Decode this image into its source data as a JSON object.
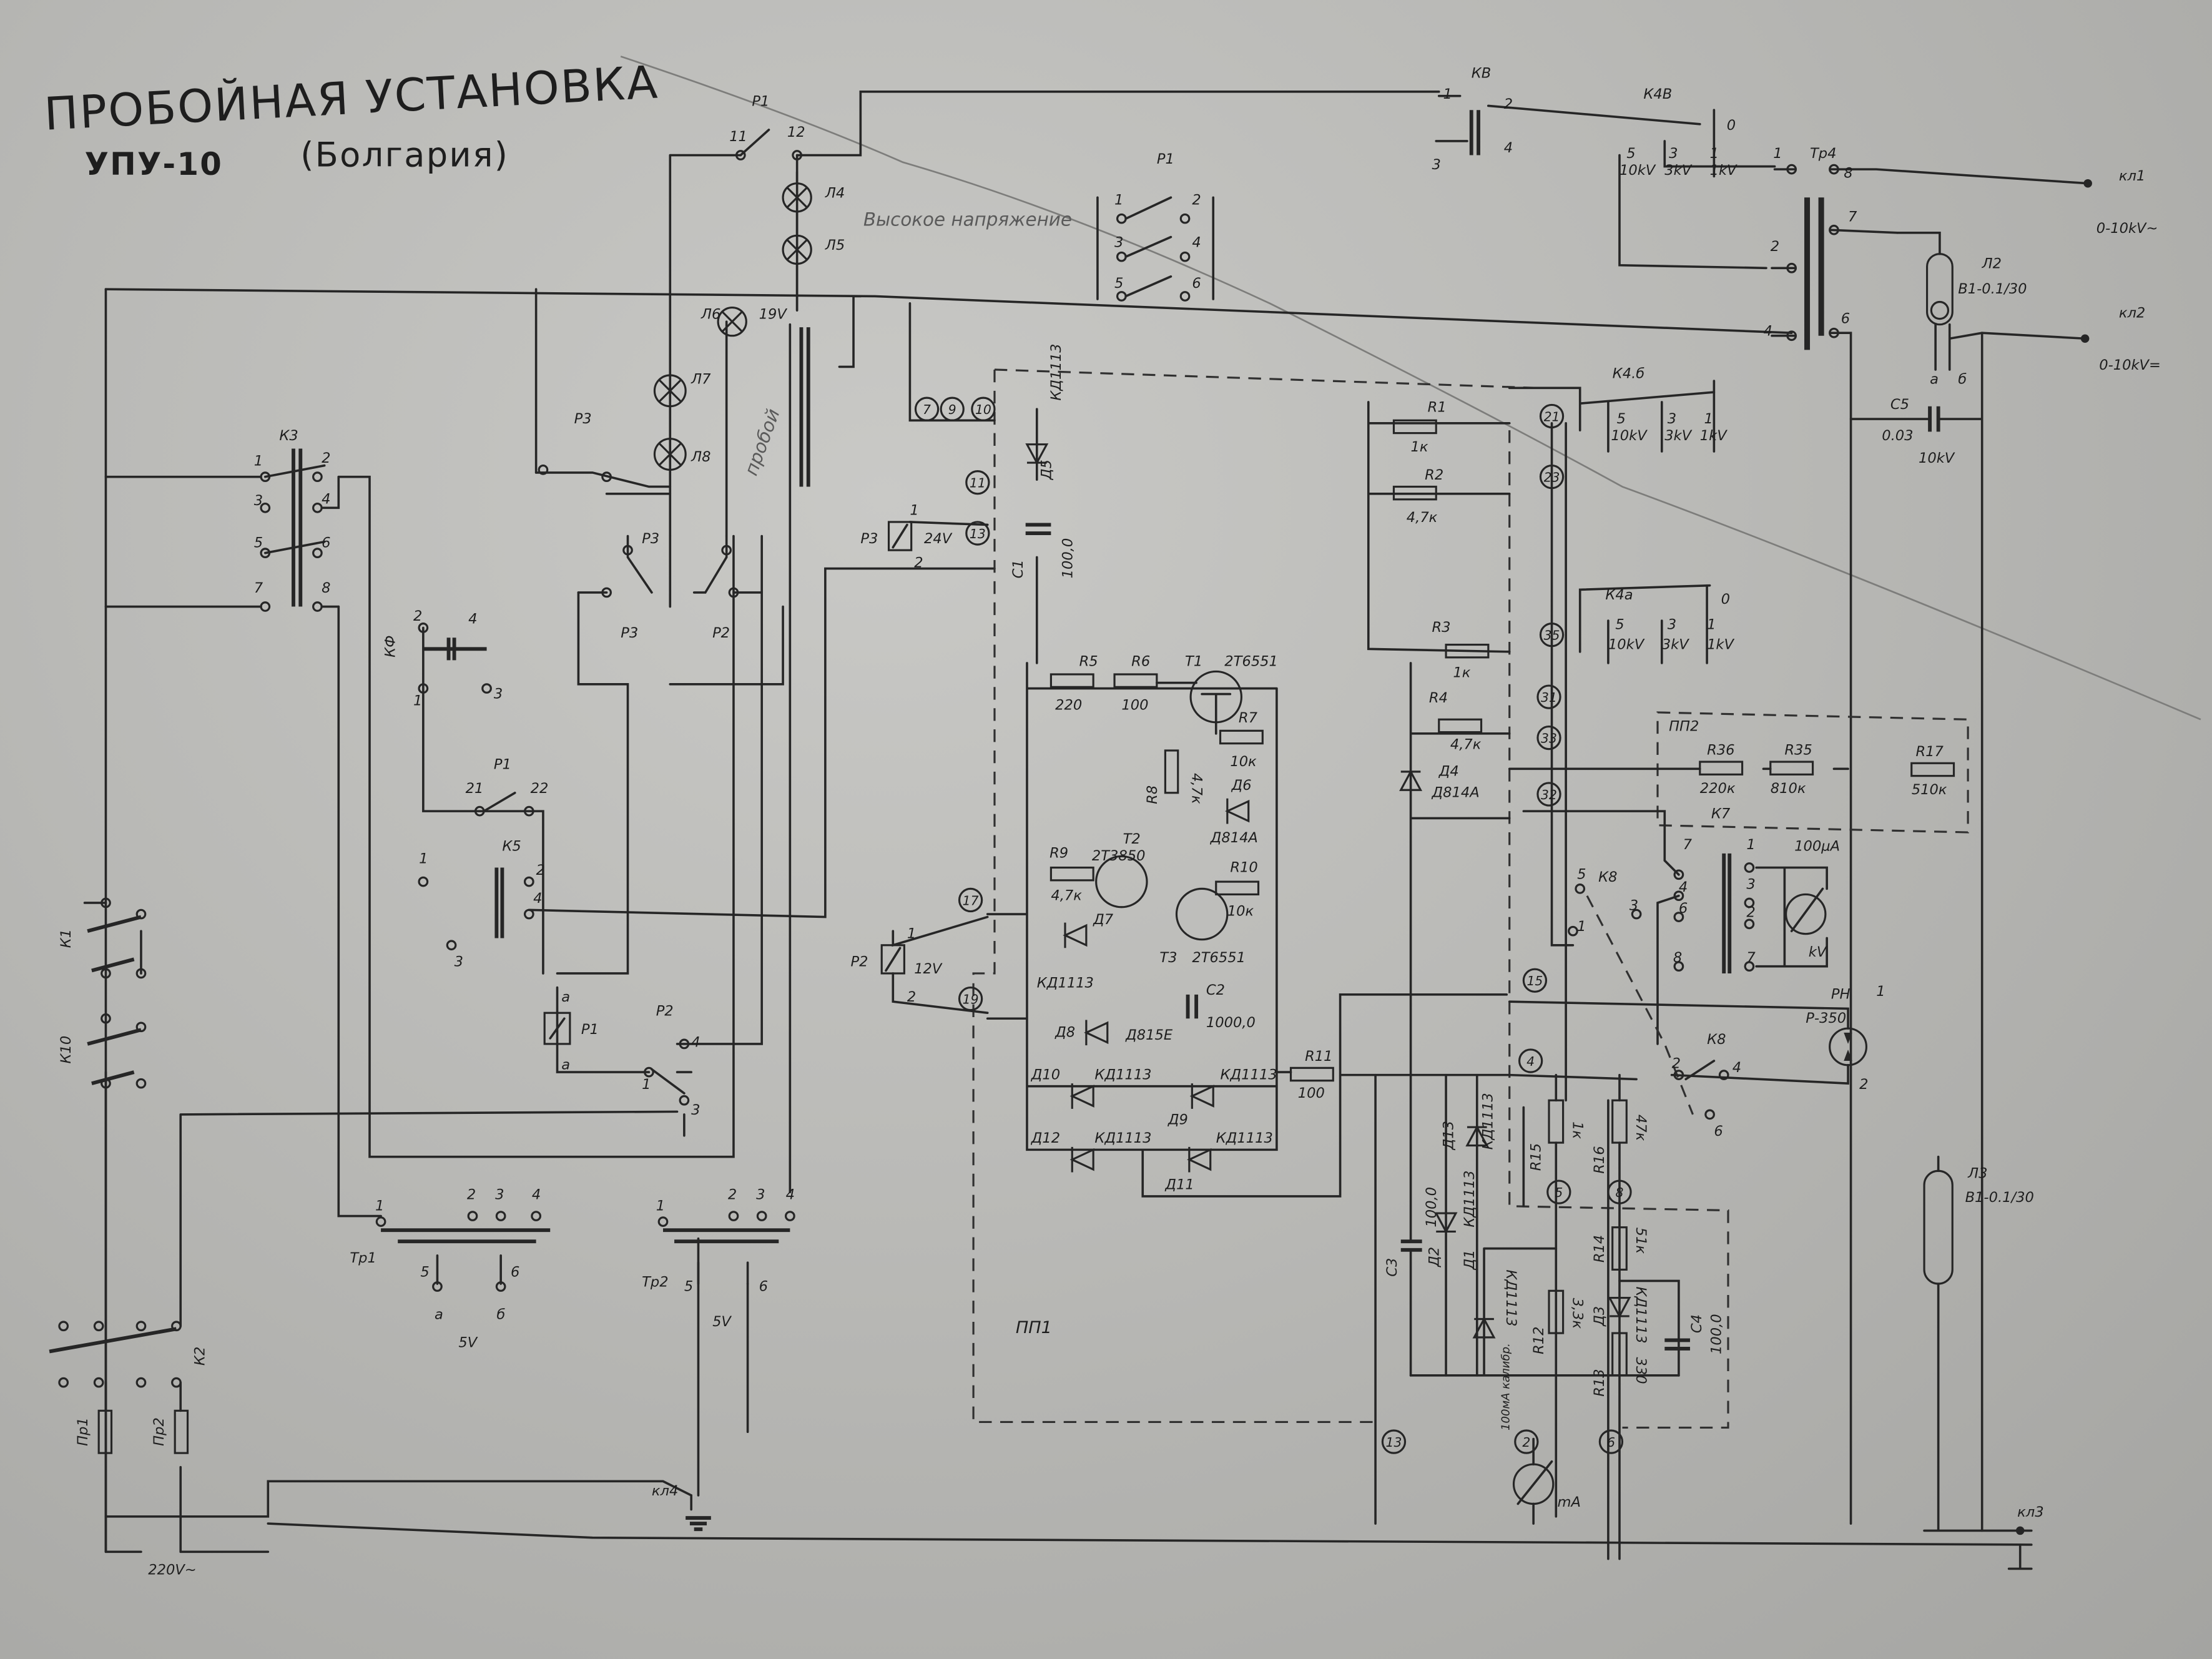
{
  "title": {
    "name": "ПРОБОЙНАЯ УСТАНОВКА",
    "model": "УПУ-10",
    "country": "(Болгария)"
  },
  "notes": {
    "high_voltage": "Высокое напряжение",
    "breakdown": "пробой"
  },
  "switches": {
    "p1_top": "P1",
    "p1_top_c1": "11",
    "p1_top_c2": "12",
    "kv": "КВ",
    "kv_1": "1",
    "kv_2": "2",
    "kv_3": "3",
    "kv_4": "4",
    "k4v": "К4В",
    "k4v_0": "0",
    "k4v_5": "5",
    "k4v_10kv": "10kV",
    "k4v_3": "3",
    "k4v_3kv": "3kV",
    "k4v_1": "1",
    "k4v_1kv": "1kV",
    "p1_mid": "P1",
    "p1_mid_contacts": [
      "1",
      "2",
      "3",
      "4",
      "5",
      "6"
    ],
    "k4b": "К4.б",
    "k4b_5": "5",
    "k4b_10kv": "10kV",
    "k4b_3": "3",
    "k4b_3kv": "3kV",
    "k4b_1": "1",
    "k4b_1kv": "1kV",
    "k4a": "К4а",
    "k4a_0": "0",
    "k4a_5": "5",
    "k4a_10kv": "10kV",
    "k4a_3": "3",
    "k4a_3kv": "3kV",
    "k4a_1": "1",
    "k4a_1kv": "1kV",
    "k3": "К3",
    "k3_contacts": [
      "1",
      "2",
      "3",
      "4",
      "5",
      "6",
      "7",
      "8"
    ],
    "kf": "КФ",
    "kf_1": "1",
    "kf_2": "2",
    "kf_3": "3",
    "kf_4": "4",
    "p3": "P3",
    "p2": "P2",
    "p3_top": "P3",
    "p1_21": "21",
    "p1_22": "22",
    "p1_lbl": "P1",
    "k5": "К5",
    "k5_1": "1",
    "k5_2": "2",
    "k5_3": "3",
    "k5_4": "4",
    "k1": "К1",
    "k10": "К10",
    "k2": "К2",
    "p2_low": "P2",
    "p2_low_1": "1",
    "p2_low_3": "3",
    "p2_low_4": "4",
    "k8": "К8",
    "k8_b": "К8",
    "k7": "К7"
  },
  "lamps": {
    "l4": "Л4",
    "l5": "Л5",
    "l6": "Л6",
    "l7": "Л7",
    "l8": "Л8",
    "lamp_v": "19V"
  },
  "transformers": {
    "tr1": "Тр1",
    "tr1_5v": "5V",
    "tr2": "Тр2",
    "tr2_5v": "5V",
    "tr4": "Тр4",
    "tr4_pins": [
      "1",
      "2",
      "4",
      "8",
      "7",
      "6"
    ],
    "tr1_pins": [
      "1",
      "2",
      "3",
      "4",
      "5",
      "6"
    ],
    "tr1_ab": [
      "а",
      "б"
    ],
    "tr2_pins": [
      "1",
      "2",
      "3",
      "4",
      "5",
      "6"
    ]
  },
  "outputs": {
    "kl1": "кл1",
    "kl1_range": "0-10kV~",
    "kl2": "кл2",
    "kl2_range": "0-10kV=",
    "kl3": "кл3",
    "kl4": "кл4",
    "mains": "220V~"
  },
  "fuses": {
    "pr1": "Пр1",
    "pr2": "Пр2"
  },
  "tubes": {
    "l2": "Л2",
    "l2_type": "В1-0.1/30",
    "l2_a": "а",
    "l2_b": "б",
    "l3": "Л3",
    "l3_type": "В1-0.1/30"
  },
  "relays": {
    "p3_coil": "P3",
    "p3_v": "24V",
    "p2_coil": "P2",
    "p2_v": "12V",
    "p1_coil": "P1",
    "coil_pins": [
      "1",
      "2",
      "1",
      "2",
      "а",
      "а"
    ]
  },
  "pp1": {
    "label": "ПП1",
    "r5": "R5",
    "r5_v": "220",
    "r6": "R6",
    "r6_v": "100",
    "t1": "T1",
    "t1_type": "2Т6551",
    "r7": "R7",
    "r7_v": "10к",
    "r8": "R8",
    "r8_v": "4,7к",
    "d6": "Д6",
    "d6_type": "Д814А",
    "r9": "R9",
    "r9_v": "4,7к",
    "t2": "T2",
    "t2_type": "2Т3850",
    "r10": "R10",
    "r10_v": "10к",
    "t3": "T3",
    "t3_type": "2Т6551",
    "d7": "Д7",
    "d7_type": "КД1113",
    "c2": "C2",
    "c2_v": "1000,0",
    "d8": "Д8",
    "d8_type": "Д815Е",
    "d10": "Д10",
    "d10_type": "КД1113",
    "d9": "Д9",
    "d9_type": "КД1113",
    "d12": "Д12",
    "d12_type": "КД1113",
    "d11": "Д11",
    "d11_type": "КД1113",
    "r11": "R11",
    "r11_v": "100",
    "d5": "Д5",
    "d5_type": "КД1113",
    "c1": "C1",
    "c1_v": "100,0",
    "r1": "R1",
    "r1_v": "1к",
    "r2": "R2",
    "r2_v": "4,7к",
    "r3": "R3",
    "r3_v": "1к",
    "r4": "R4",
    "r4_v": "4,7к",
    "d4": "Д4",
    "d4_type": "Д814А",
    "c3": "C3",
    "c3_v": "100,0",
    "d2": "Д2",
    "d2_type": "КД1113",
    "d13": "Д13",
    "d13_type": "КД1113",
    "r15": "R15",
    "r15_v": "1к",
    "r16": "R16",
    "r16_v": "47к",
    "d1": "Д1",
    "d1_type": "КД1113",
    "r12": "R12",
    "r12_v": "3,3к",
    "r14": "R14",
    "r14_v": "51к",
    "d3": "Д3",
    "d3_type": "КД1113",
    "c4": "C4",
    "c4_v": "100,0",
    "r13": "R13",
    "r13_v": "330",
    "shunt": "100мА калибр."
  },
  "pp2": {
    "label": "ПП2",
    "r36": "R36",
    "r36_v": "220к",
    "r35": "R35",
    "r35_v": "810к",
    "r17": "R17",
    "r17_v": "510к"
  },
  "meters": {
    "kv_meter": "kV",
    "kv_range": "100µА",
    "ma_meter": "mA",
    "rn": "РН",
    "rn_type": "Р-350",
    "rn_1": "1",
    "rn_2": "2",
    "k8_pins": [
      "5",
      "3",
      "1",
      "2",
      "4",
      "6",
      "1",
      "3",
      "8",
      "7",
      "2",
      "4",
      "6"
    ]
  },
  "terminals": [
    "7",
    "9",
    "10",
    "11",
    "13",
    "17",
    "19",
    "21",
    "23",
    "35",
    "31",
    "33",
    "32",
    "15",
    "4",
    "5",
    "8",
    "2",
    "6",
    "13"
  ]
}
